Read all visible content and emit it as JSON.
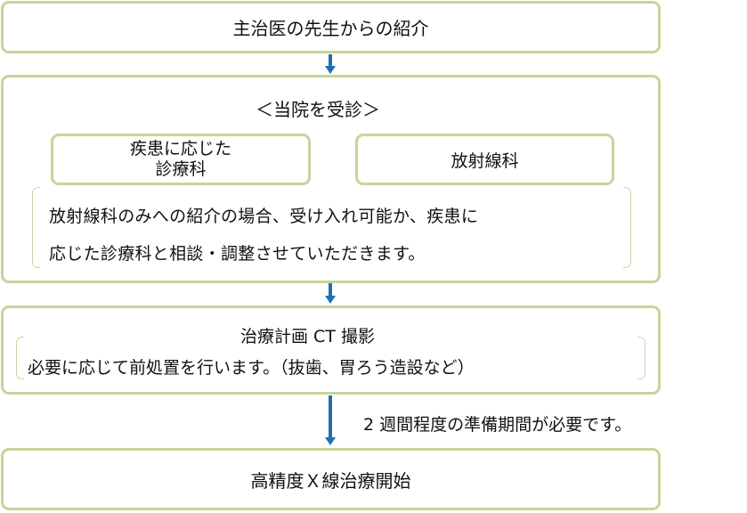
{
  "steps": {
    "referral": "主治医の先生からの紹介",
    "visit_title": "＜当院を受診＞",
    "dept_disease_line1": "疾患に応じた",
    "dept_disease_line2": "診療科",
    "dept_radiology": "放射線科",
    "visit_note_line1": "放射線科のみへの紹介の場合、受け入れ可能か、疾患に",
    "visit_note_line2": "応じた診療科と相談・調整させていただきます。",
    "ct_title": "治療計画 CT 撮影",
    "ct_note": "必要に応じて前処置を行います。（抜歯、胃ろう造設など）",
    "prep_period": "2 週間程度の準備期間が必要です。",
    "start": "高精度Ｘ線治療開始"
  },
  "colors": {
    "box_border": "#c3d69b",
    "bracket": "#c8d7a8",
    "arrow": "#1f6fb2",
    "text": "#111111"
  }
}
